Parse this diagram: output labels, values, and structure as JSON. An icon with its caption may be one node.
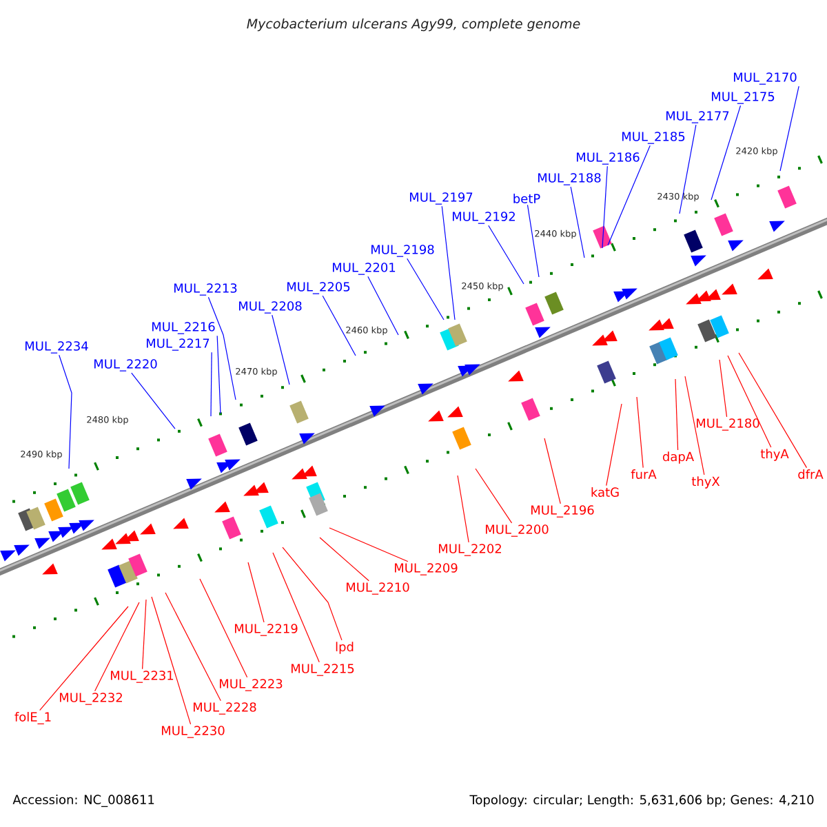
{
  "diagram": {
    "title": "Mycobacterium ulcerans Agy99, complete genome",
    "nodes": [
      {
        "text": [
          "MUL_2170"
        ]
      },
      {
        "text": [
          "MUL_2175"
        ]
      },
      {
        "text": [
          "MUL_2177"
        ]
      },
      {
        "text": [
          "MUL_2185"
        ]
      },
      {
        "text": [
          "MUL_2186"
        ]
      },
      {
        "text": [
          "MUL_2188"
        ]
      },
      {
        "text": [
          "betP"
        ]
      },
      {
        "text": [
          "MUL_2192"
        ]
      },
      {
        "text": [
          "MUL_2197"
        ]
      },
      {
        "text": [
          "MUL_2198"
        ]
      },
      {
        "text": [
          "MUL_2201"
        ]
      },
      {
        "text": [
          "MUL_2205"
        ]
      },
      {
        "text": [
          "MUL_2208"
        ]
      },
      {
        "text": [
          "MUL_2213"
        ]
      },
      {
        "text": [
          "MUL_2216"
        ]
      },
      {
        "text": [
          "MUL_2217"
        ]
      },
      {
        "text": [
          "MUL_2220"
        ]
      },
      {
        "text": [
          "MUL_2234"
        ]
      },
      {
        "text": [
          "folE_1"
        ]
      },
      {
        "text": [
          "MUL_2232"
        ]
      },
      {
        "text": [
          "MUL_2231"
        ]
      },
      {
        "text": [
          "MUL_2230"
        ]
      },
      {
        "text": [
          "MUL_2228"
        ]
      },
      {
        "text": [
          "MUL_2223"
        ]
      },
      {
        "text": [
          "MUL_2219"
        ]
      },
      {
        "text": [
          "MUL_2215"
        ]
      },
      {
        "text": [
          "lpd"
        ]
      },
      {
        "text": [
          "MUL_2210"
        ]
      },
      {
        "text": [
          "MUL_2209"
        ]
      },
      {
        "text": [
          "MUL_2202"
        ]
      },
      {
        "text": [
          "MUL_2200"
        ]
      },
      {
        "text": [
          "MUL_2196"
        ]
      },
      {
        "text": [
          "katG"
        ]
      },
      {
        "text": [
          "furA"
        ]
      },
      {
        "text": [
          "dapA"
        ]
      },
      {
        "text": [
          "thyX"
        ]
      },
      {
        "text": [
          "MUL_2180"
        ]
      },
      {
        "text": [
          "thyA"
        ]
      },
      {
        "text": [
          "dfrA"
        ]
      }
    ],
    "edges": [
      {
        "from": 0,
        "to": null,
        "arrow": "none",
        "color": "#0000ff"
      },
      {
        "from": 1,
        "to": null,
        "arrow": "none",
        "color": "#0000ff"
      },
      {
        "from": 2,
        "to": null,
        "arrow": "none",
        "color": "#0000ff"
      },
      {
        "from": 3,
        "to": null,
        "arrow": "none",
        "color": "#0000ff"
      },
      {
        "from": 4,
        "to": null,
        "arrow": "none",
        "color": "#0000ff"
      },
      {
        "from": 5,
        "to": null,
        "arrow": "none",
        "color": "#0000ff"
      },
      {
        "from": 6,
        "to": null,
        "arrow": "none",
        "color": "#0000ff"
      },
      {
        "from": 7,
        "to": null,
        "arrow": "none",
        "color": "#0000ff"
      },
      {
        "from": 8,
        "to": null,
        "arrow": "none",
        "color": "#0000ff"
      },
      {
        "from": 9,
        "to": null,
        "arrow": "none",
        "color": "#0000ff"
      },
      {
        "from": 10,
        "to": null,
        "arrow": "none",
        "color": "#0000ff"
      },
      {
        "from": 11,
        "to": null,
        "arrow": "none",
        "color": "#0000ff"
      },
      {
        "from": 12,
        "to": null,
        "arrow": "none",
        "color": "#0000ff"
      },
      {
        "from": 13,
        "to": null,
        "arrow": "none",
        "color": "#0000ff"
      },
      {
        "from": 14,
        "to": null,
        "arrow": "none",
        "color": "#0000ff"
      },
      {
        "from": 15,
        "to": null,
        "arrow": "none",
        "color": "#0000ff"
      },
      {
        "from": 16,
        "to": null,
        "arrow": "none",
        "color": "#0000ff"
      },
      {
        "from": 17,
        "to": null,
        "arrow": "none",
        "color": "#0000ff"
      },
      {
        "from": 18,
        "to": null,
        "arrow": "none"
      },
      {
        "from": 19,
        "to": null,
        "arrow": "none"
      },
      {
        "from": 20,
        "to": null,
        "arrow": "none"
      },
      {
        "from": 21,
        "to": null,
        "arrow": "none"
      },
      {
        "from": 22,
        "to": null,
        "arrow": "none"
      },
      {
        "from": 23,
        "to": null,
        "arrow": "none"
      },
      {
        "from": 24,
        "to": null,
        "arrow": "none"
      },
      {
        "from": 25,
        "to": null,
        "arrow": "none"
      },
      {
        "from": 26,
        "to": null,
        "arrow": "none"
      },
      {
        "from": 27,
        "to": null,
        "arrow": "none"
      },
      {
        "from": 28,
        "to": null,
        "arrow": "none"
      },
      {
        "from": 29,
        "to": null,
        "arrow": "none"
      },
      {
        "from": 30,
        "to": null,
        "arrow": "none"
      },
      {
        "from": 31,
        "to": null,
        "arrow": "none"
      },
      {
        "from": 32,
        "to": null,
        "arrow": "none"
      },
      {
        "from": 33,
        "to": null,
        "arrow": "none"
      },
      {
        "from": 34,
        "to": null,
        "arrow": "none"
      },
      {
        "from": 35,
        "to": null,
        "arrow": "none"
      },
      {
        "from": 36,
        "to": null,
        "arrow": "none"
      },
      {
        "from": 37,
        "to": null,
        "arrow": "none"
      },
      {
        "from": 38,
        "to": null,
        "arrow": "none"
      }
    ],
    "labels": [
      "2420 kbp",
      "2430 kbp",
      "2440 kbp",
      "2450 kbp",
      "2460 kbp",
      "2470 kbp",
      "2480 kbp",
      "2490 kbp",
      "Accession: NC_008611",
      "Topology: circular; Length: 5,631,606 bp; Genes: 4,210"
    ]
  }
}
